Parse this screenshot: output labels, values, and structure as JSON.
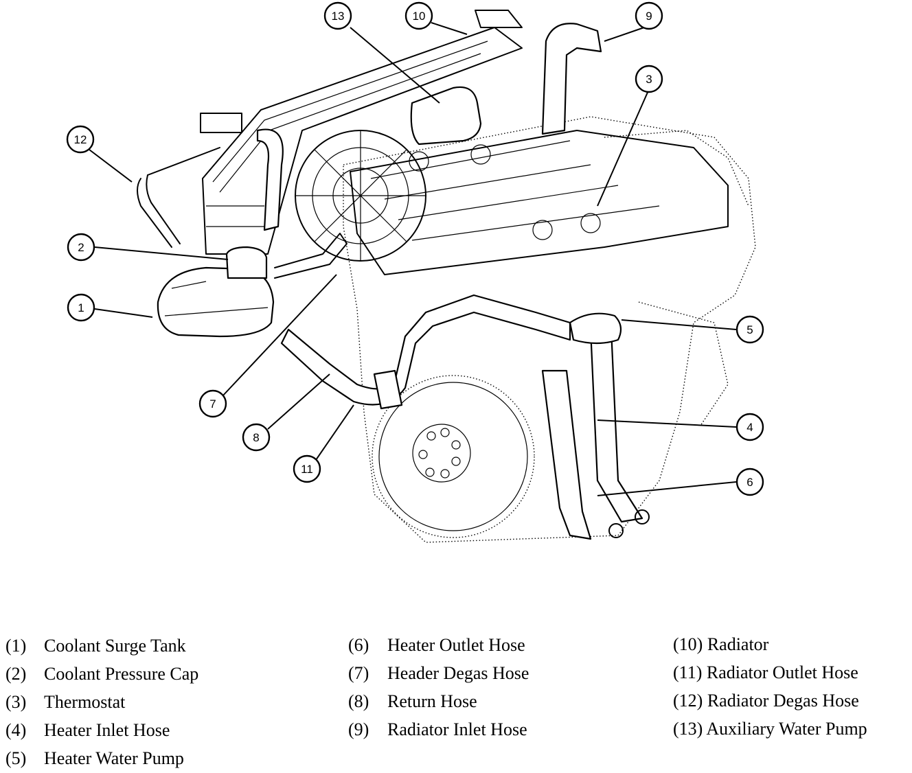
{
  "callouts": [
    "1",
    "2",
    "3",
    "4",
    "5",
    "6",
    "7",
    "8",
    "9",
    "10",
    "11",
    "12",
    "13"
  ],
  "legend": {
    "col1": [
      {
        "num": "(1)",
        "label": "Coolant Surge Tank"
      },
      {
        "num": "(2)",
        "label": "Coolant Pressure Cap"
      },
      {
        "num": "(3)",
        "label": "Thermostat"
      },
      {
        "num": "(4)",
        "label": "Heater Inlet Hose"
      },
      {
        "num": "(5)",
        "label": "Heater Water Pump"
      }
    ],
    "col2": [
      {
        "num": "(6)",
        "label": "Heater Outlet Hose"
      },
      {
        "num": "(7)",
        "label": "Header Degas Hose"
      },
      {
        "num": "(8)",
        "label": "Return Hose"
      },
      {
        "num": "(9)",
        "label": "Radiator Inlet Hose"
      }
    ],
    "col3": [
      {
        "text": "(10) Radiator"
      },
      {
        "text": "(11) Radiator Outlet Hose"
      },
      {
        "text": "(12) Radiator Degas Hose"
      },
      {
        "text": "(13) Auxiliary Water Pump"
      }
    ]
  }
}
